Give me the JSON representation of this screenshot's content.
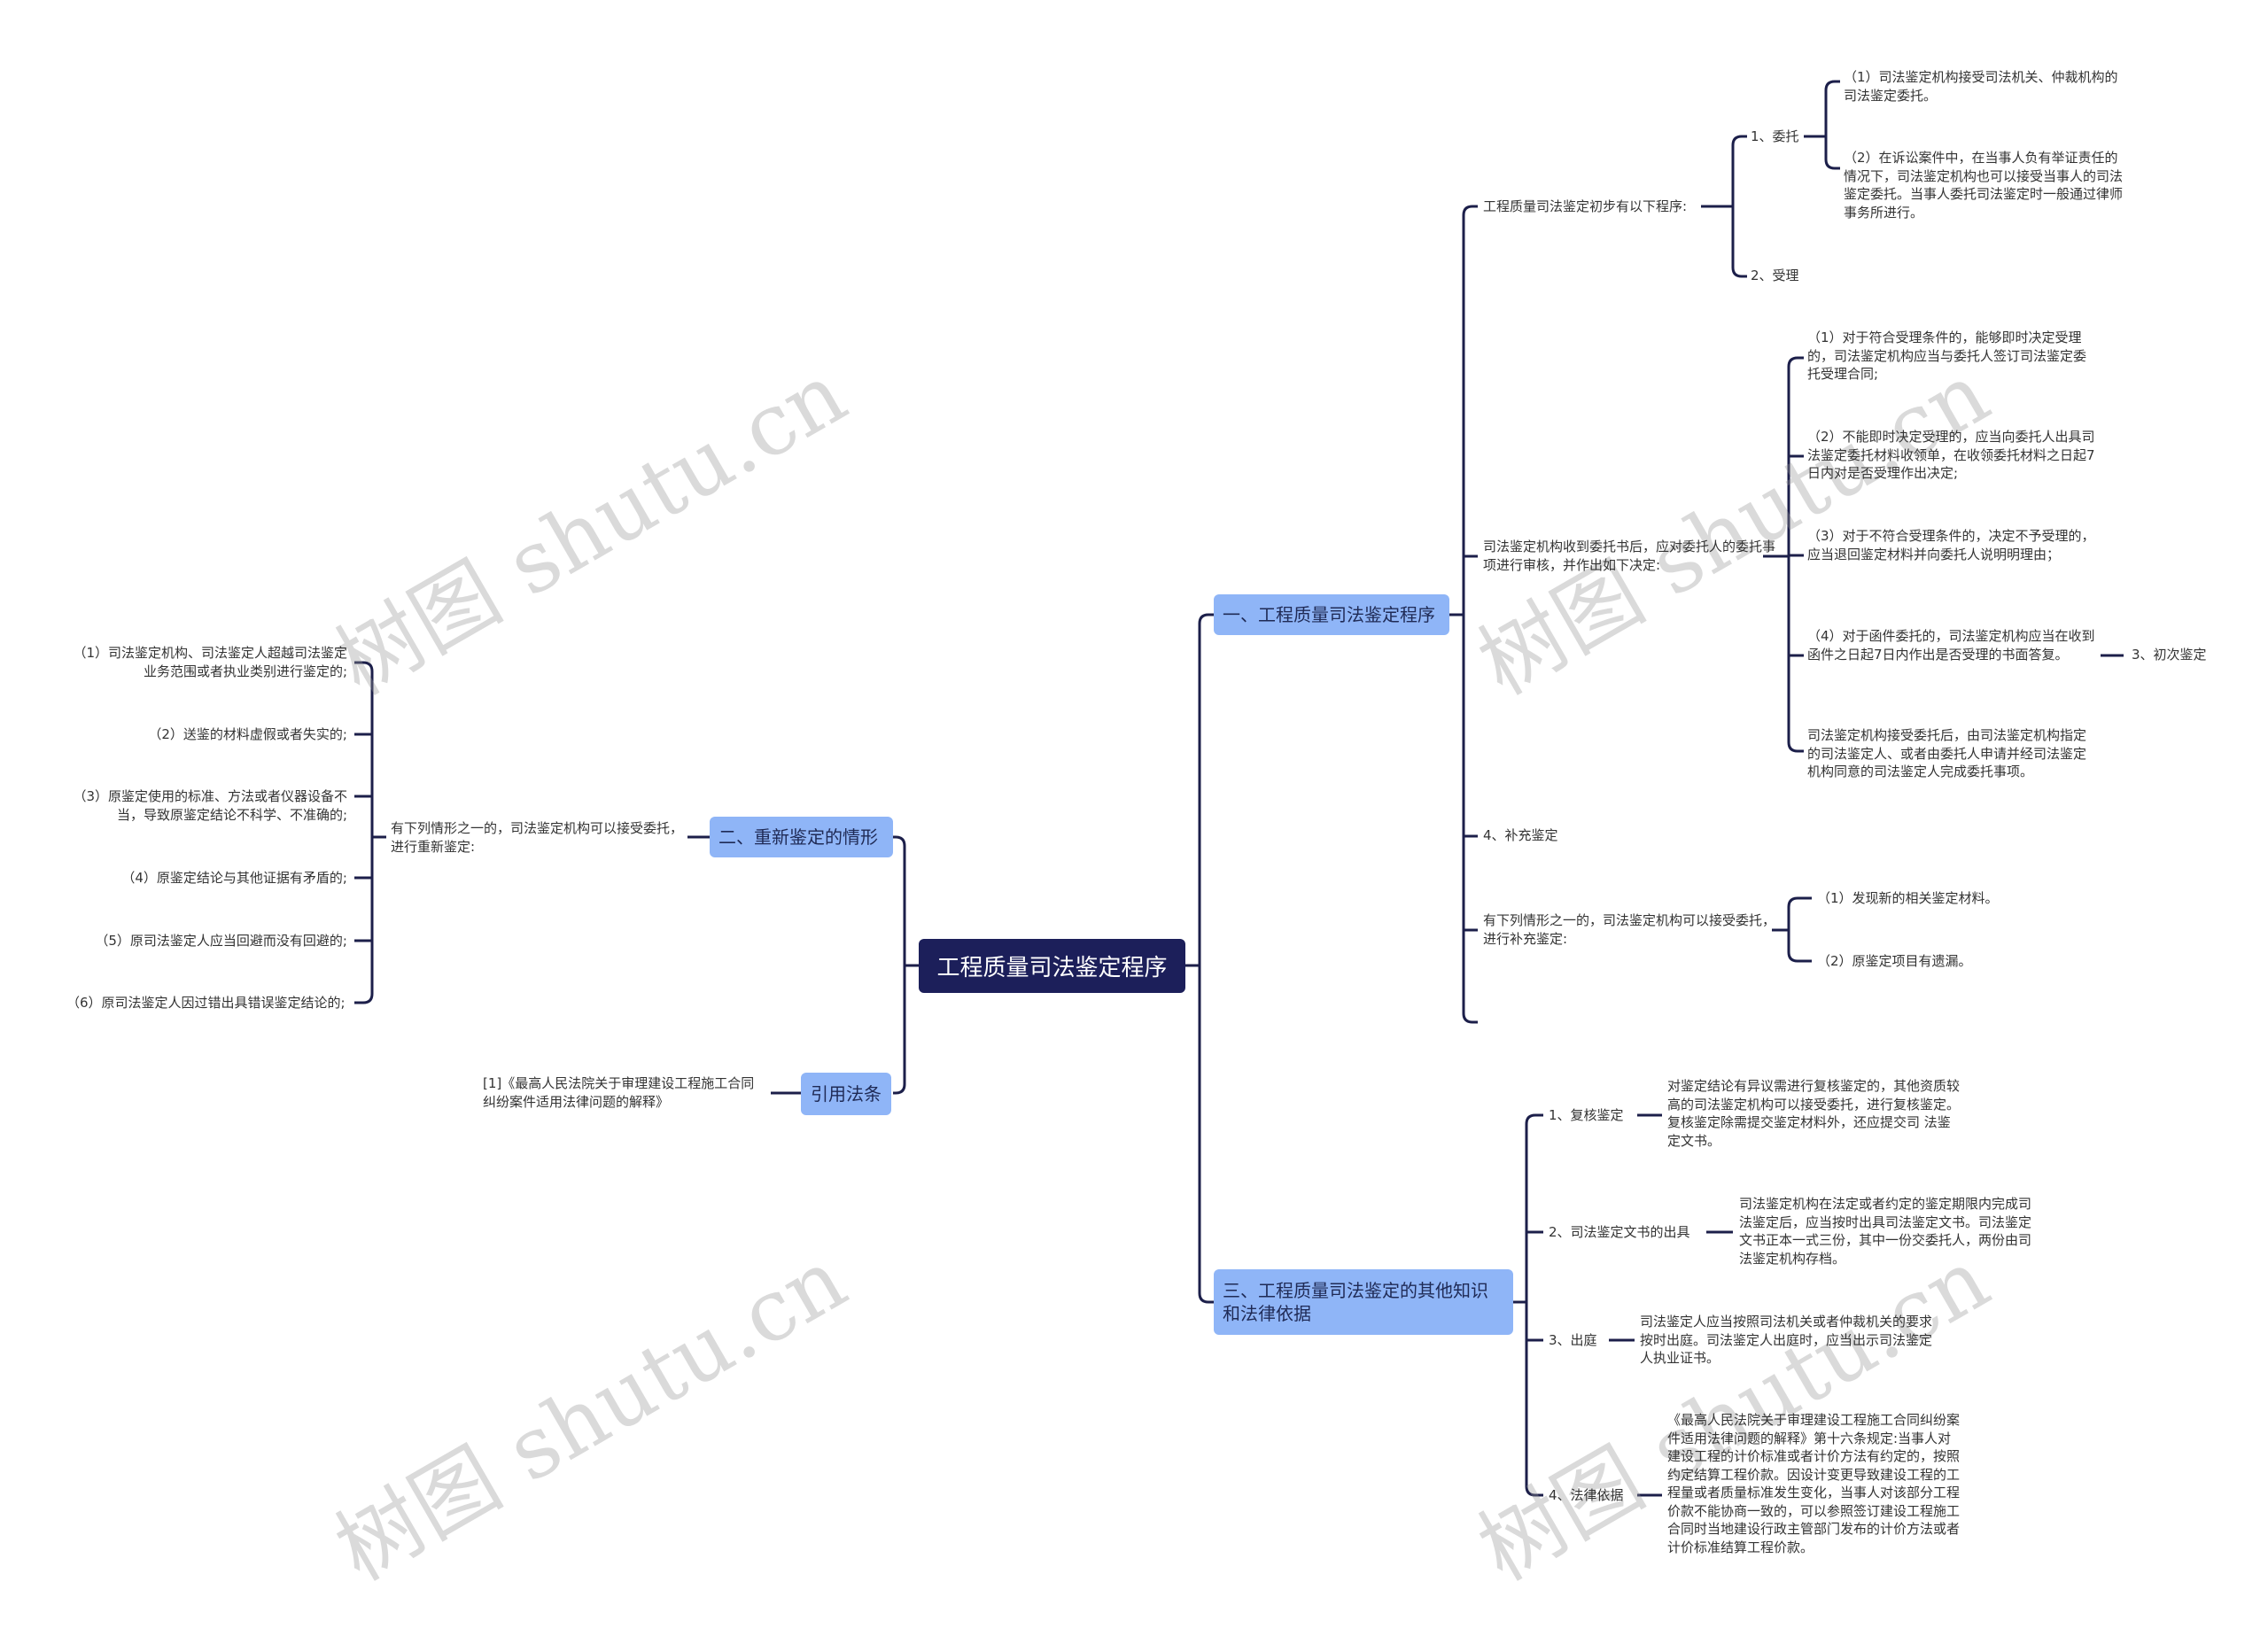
{
  "root": "工程质量司法鉴定程序",
  "watermark": "树图 shutu.cn",
  "b1": {
    "label": "一、工程质量司法鉴定程序",
    "c1": {
      "text": "工程质量司法鉴定初步有以下程序:",
      "s1": {
        "label": "1、委托",
        "i1": "（1）司法鉴定机构接受司法机关、仲裁机构的司法鉴定委托。",
        "i2": "（2）在诉讼案件中，在当事人负有举证责任的情况下，司法鉴定机构也可以接受当事人的司法鉴定委托。当事人委托司法鉴定时一般通过律师事务所进行。"
      },
      "s2": "2、受理"
    },
    "c2": {
      "text": "司法鉴定机构收到委托书后，应对委托人的委托事项进行审核，并作出如下决定:",
      "i1": "（1）对于符合受理条件的，能够即时决定受理的，司法鉴定机构应当与委托人签订司法鉴定委托受理合同;",
      "i2": "（2）不能即时决定受理的，应当向委托人出具司法鉴定委托材料收领单，在收领委托材料之日起7日内对是否受理作出决定;",
      "i3": "（3）对于不符合受理条件的，决定不予受理的，应当退回鉴定材料并向委托人说明明理由；",
      "i4": "（4）对于函件委托的，司法鉴定机构应当在收到函件之日起7日内作出是否受理的书面答复。",
      "i4_child": "3、初次鉴定",
      "i5": "司法鉴定机构接受委托后，由司法鉴定机构指定的司法鉴定人、或者由委托人申请并经司法鉴定机构同意的司法鉴定人完成委托事项。"
    },
    "c3": "4、补充鉴定",
    "c4": {
      "text": "有下列情形之一的，司法鉴定机构可以接受委托，进行补充鉴定:",
      "i1": "（1）发现新的相关鉴定材料。",
      "i2": "（2）原鉴定项目有遗漏。"
    }
  },
  "b2": {
    "label": "二、重新鉴定的情形",
    "text": "有下列情形之一的，司法鉴定机构可以接受委托，进行重新鉴定:",
    "items": [
      "（1）司法鉴定机构、司法鉴定人超越司法鉴定业务范围或者执业类别进行鉴定的;",
      "（2）送鉴的材料虚假或者失实的;",
      "（3）原鉴定使用的标准、方法或者仪器设备不当，导致原鉴定结论不科学、不准确的;",
      "（4）原鉴定结论与其他证据有矛盾的;",
      "（5）原司法鉴定人应当回避而没有回避的;",
      "（6）原司法鉴定人因过错出具错误鉴定结论的;"
    ]
  },
  "b3": {
    "label": "引用法条",
    "text": "[1]《最高人民法院关于审理建设工程施工合同纠纷案件适用法律问题的解释》"
  },
  "b4": {
    "label": "三、工程质量司法鉴定的其他知识和法律依据",
    "items": [
      {
        "label": "1、复核鉴定",
        "text": "对鉴定结论有异议需进行复核鉴定的，其他资质较高的司法鉴定机构可以接受委托，进行复核鉴定。复核鉴定除需提交鉴定材料外，还应提交司 法鉴定文书。"
      },
      {
        "label": "2、司法鉴定文书的出具",
        "text": "司法鉴定机构在法定或者约定的鉴定期限内完成司法鉴定后，应当按时出具司法鉴定文书。司法鉴定文书正本一式三份，其中一份交委托人，两份由司法鉴定机构存档。"
      },
      {
        "label": "3、出庭",
        "text": "司法鉴定人应当按照司法机关或者仲裁机关的要求按时出庭。司法鉴定人出庭时，应当出示司法鉴定人执业证书。"
      },
      {
        "label": "4、法律依据",
        "text": "《最高人民法院关于审理建设工程施工合同纠纷案件适用法律问题的解释》第十六条规定:当事人对建设工程的计价标准或者计价方法有约定的，按照约定结算工程价款。因设计变更导致建设工程的工程量或者质量标准发生变化，当事人对该部分工程价款不能协商一致的，可以参照签订建设工程施工合同时当地建设行政主管部门发布的计价方法或者计价标准结算工程价款。"
      }
    ]
  },
  "colors": {
    "line": "#1c1f4a",
    "root": "#1c1f5a",
    "branch": "#8fb5f7"
  }
}
